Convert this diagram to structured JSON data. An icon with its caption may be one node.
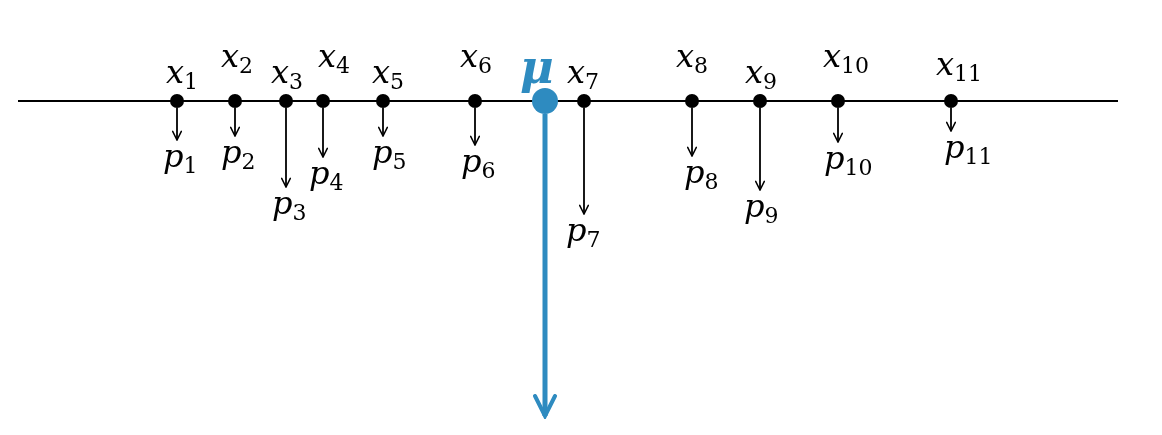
{
  "diagram": {
    "nodes": [
      {
        "text": [],
        "shape": "circle",
        "beside": [
          "x$_{1}$"
        ]
      },
      {
        "text": [],
        "shape": "circle",
        "beside": [
          "x$_{2}$"
        ]
      },
      {
        "text": [],
        "shape": "circle",
        "beside": [
          "x$_{3}$"
        ]
      },
      {
        "text": [],
        "shape": "circle",
        "beside": [
          "x$_{4}$"
        ]
      },
      {
        "text": [],
        "shape": "circle",
        "beside": [
          "x$_{5}$"
        ]
      },
      {
        "text": [],
        "shape": "circle",
        "beside": [
          "x$_{6}$"
        ]
      },
      {
        "text": [],
        "shape": "circle",
        "beside": [
          "μ"
        ]
      },
      {
        "text": [],
        "shape": "circle",
        "beside": [
          "x$_{7}$"
        ]
      },
      {
        "text": [],
        "shape": "circle",
        "beside": [
          "x$_{8}$"
        ]
      },
      {
        "text": [],
        "shape": "circle",
        "beside": [
          "x$_{9}$"
        ]
      },
      {
        "text": [],
        "shape": "circle",
        "beside": [
          "x$_{10}$"
        ]
      },
      {
        "text": [],
        "shape": "circle",
        "beside": [
          "x$_{11}$"
        ]
      },
      {
        "text": [
          "p$_{1}$"
        ]
      },
      {
        "text": [
          "p$_{2}$"
        ]
      },
      {
        "text": [
          "p$_{3}$"
        ]
      },
      {
        "text": [
          "p$_{4}$"
        ]
      },
      {
        "text": [
          "p$_{5}$"
        ]
      },
      {
        "text": [
          "p$_{6}$"
        ]
      },
      {
        "text": [
          "p$_{7}$"
        ]
      },
      {
        "text": [
          "p$_{8}$"
        ]
      },
      {
        "text": [
          "p$_{9}$"
        ]
      },
      {
        "text": [
          "p$_{10}$"
        ]
      },
      {
        "text": [
          "p$_{11}$"
        ]
      }
    ],
    "edges": [
      {
        "from": 0,
        "to": 12,
        "arrow": "to"
      },
      {
        "from": 1,
        "to": 13,
        "arrow": "to"
      },
      {
        "from": 2,
        "to": 14,
        "arrow": "to"
      },
      {
        "from": 3,
        "to": 15,
        "arrow": "to"
      },
      {
        "from": 4,
        "to": 16,
        "arrow": "to"
      },
      {
        "from": 5,
        "to": 17,
        "arrow": "to"
      },
      {
        "from": 7,
        "to": 18,
        "arrow": "to"
      },
      {
        "from": 8,
        "to": 19,
        "arrow": "to"
      },
      {
        "from": 9,
        "to": 20,
        "arrow": "to"
      },
      {
        "from": 10,
        "to": 21,
        "arrow": "to"
      },
      {
        "from": 11,
        "to": 22,
        "arrow": "to"
      },
      {
        "from": 6,
        "to": null,
        "arrow": "to",
        "style": "thick",
        "color": "#2e8bc0"
      }
    ]
  }
}
